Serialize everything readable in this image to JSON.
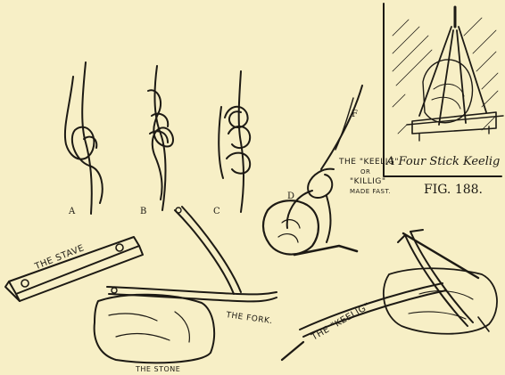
{
  "labels": {
    "knot_a": "A",
    "knot_b": "B",
    "knot_c": "C",
    "knot_d": "D",
    "knot_f": "F",
    "four_stick": "A Four Stick Keelig",
    "fig": "FIG. 188.",
    "made_fast_line1": "THE \"KEELIG\"",
    "made_fast_line2": "OR",
    "made_fast_line3": "\"KILLIG\"",
    "made_fast_line4": "MADE FAST.",
    "stave": "THE STAVE",
    "fork": "THE FORK.",
    "stone": "THE STONE",
    "keelig": "THE \"KEELIG\""
  },
  "colors": {
    "paper": "#f7efc6",
    "ink": "#1d1a14"
  }
}
